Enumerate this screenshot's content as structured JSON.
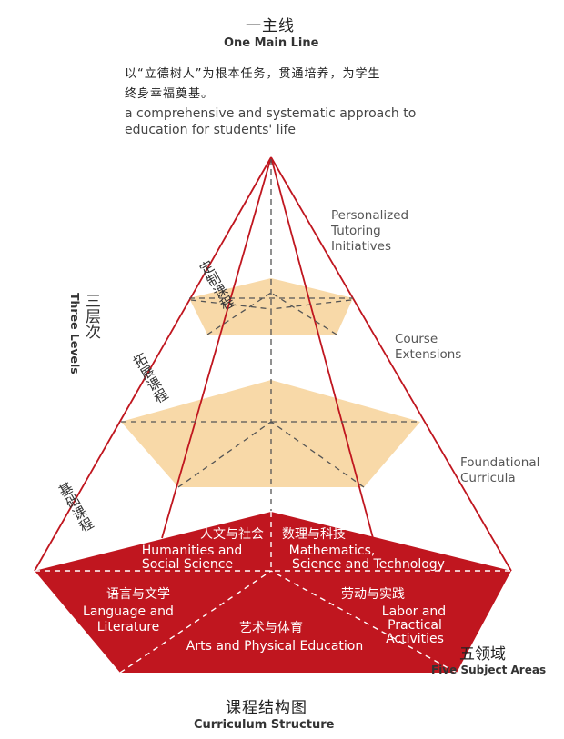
{
  "header": {
    "cn_title": "一主线",
    "en_title": "One Main Line",
    "cn_line1": "以“立德树人”为根本任务，贯通培养，为学生",
    "cn_line2": "终身幸福奠基。",
    "en_line1": "a comprehensive and systematic approach to",
    "en_line2": "education for students' life"
  },
  "levels": {
    "cn": "三层次",
    "en": "Three Levels",
    "left": {
      "custom": "定制课程",
      "extension": "拓展课程",
      "foundation": "基础课程"
    },
    "right": {
      "personalized": "Personalized\nTutoring\nInitiatives",
      "course_ext": "Course\nExtensions",
      "foundational": "Foundational\nCurricula"
    }
  },
  "areas": {
    "humanities_cn": "人文与社会",
    "humanities_en_1": "Humanities and",
    "humanities_en_2": "Social Science",
    "math_cn": "数理与科技",
    "math_en_1": "Mathematics,",
    "math_en_2": "Science and Technology",
    "lang_cn": "语言与文学",
    "lang_en_1": "Language and",
    "lang_en_2": "Literature",
    "labor_cn": "劳动与实践",
    "labor_en_1": "Labor and",
    "labor_en_2": "Practical",
    "labor_en_3": "Activities",
    "arts_cn": "艺术与体育",
    "arts_en": "Arts and Physical Education",
    "five_cn": "五领域",
    "five_en": "Five Subject Areas"
  },
  "footer": {
    "cn": "课程结构图",
    "en": "Curriculum Structure"
  },
  "colors": {
    "red": "#c0161f",
    "tan": "#f8d9a8",
    "dash": "#555555"
  }
}
